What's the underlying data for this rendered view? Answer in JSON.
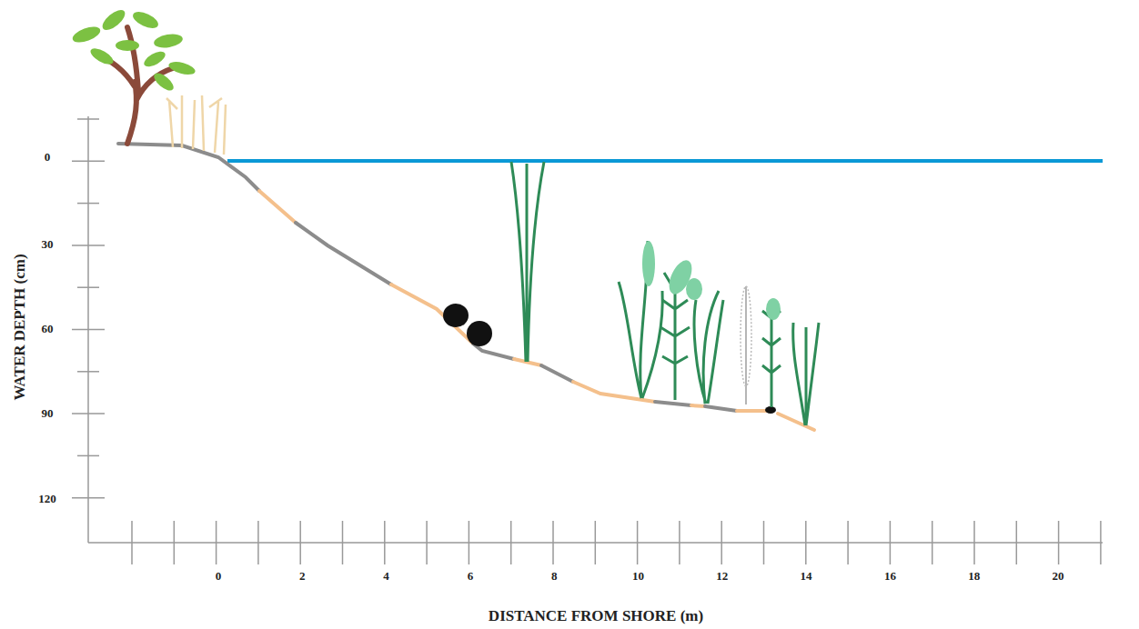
{
  "diagram": {
    "labels": [
      "WATER DEPTH (cm)",
      "0",
      "30",
      "60",
      "90",
      "120",
      "0",
      "2",
      "4",
      "6",
      "8",
      "10",
      "12",
      "14",
      "16",
      "18",
      "20",
      "DISTANCE FROM SHORE (m)"
    ]
  }
}
